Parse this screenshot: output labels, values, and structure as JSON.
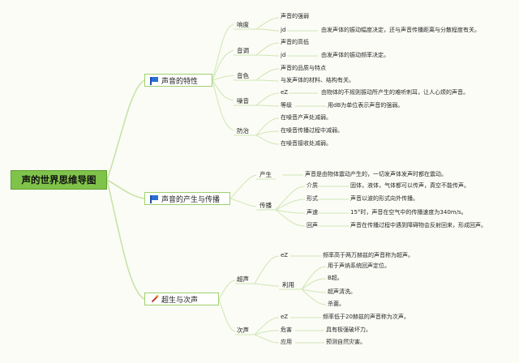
{
  "root": {
    "title": "声的世界思维导图"
  },
  "branch1": {
    "label": "声音的特性",
    "items": [
      {
        "cat": "响度",
        "lines": [
          "声音的强弱",
          "jd",
          "由发声体的振动幅度决定，还与声音传播距离与分散程度有关。"
        ]
      },
      {
        "cat": "音调",
        "lines": [
          "声音的高低",
          "jd",
          "由发声体的振动频率决定。"
        ]
      },
      {
        "cat": "音色",
        "lines": [
          "声音的品质与特点",
          "与发声体的材料、结构有关。"
        ]
      },
      {
        "cat": "噪音",
        "lines": [
          "eZ",
          "由物体的不规则振动所产生的难听刺耳，让人心烦的声音。",
          "等级",
          "用dB为单位表示声音的强弱。"
        ]
      },
      {
        "cat": "防治",
        "lines": [
          "在噪音产声处减弱。",
          "在噪音传播过程中减弱。",
          "在噪音接收处减弱。"
        ]
      }
    ]
  },
  "branch2": {
    "label": "声音的产生与传播",
    "produce": {
      "cat": "产生",
      "text": "声音是由物体震动产生的，一切发声体发声时都在震动。"
    },
    "spread": {
      "cat": "传播",
      "rows": [
        {
          "k": "介质",
          "v": "固体，液体，气体都可以传声，真空不能传声。"
        },
        {
          "k": "形式",
          "v": "声音以波的形式向外传播。"
        },
        {
          "k": "声速",
          "v": "15°时，声音在空气中的传播速度为340m/s。"
        },
        {
          "k": "回声",
          "v": "声音在传播过程中遇到障碍物会反射回来，形成回声。"
        }
      ]
    }
  },
  "branch3": {
    "label": "超生与次声",
    "ultra": {
      "cat": "超声",
      "ez": "eZ",
      "ez_text": "频率高于两万赫兹的声音称为超声。",
      "use_cat": "利用",
      "uses": [
        "用于声纳系统回声定位。",
        "B超。",
        "超声清洗。",
        "杀菌。"
      ]
    },
    "infra": {
      "cat": "次声",
      "rows": [
        {
          "k": "eZ",
          "v": "频率低于20赫兹的声音称为次声。"
        },
        {
          "k": "危害",
          "v": "具有极强破坏力。"
        },
        {
          "k": "应用",
          "v": "预测自然灾害。"
        }
      ]
    }
  }
}
